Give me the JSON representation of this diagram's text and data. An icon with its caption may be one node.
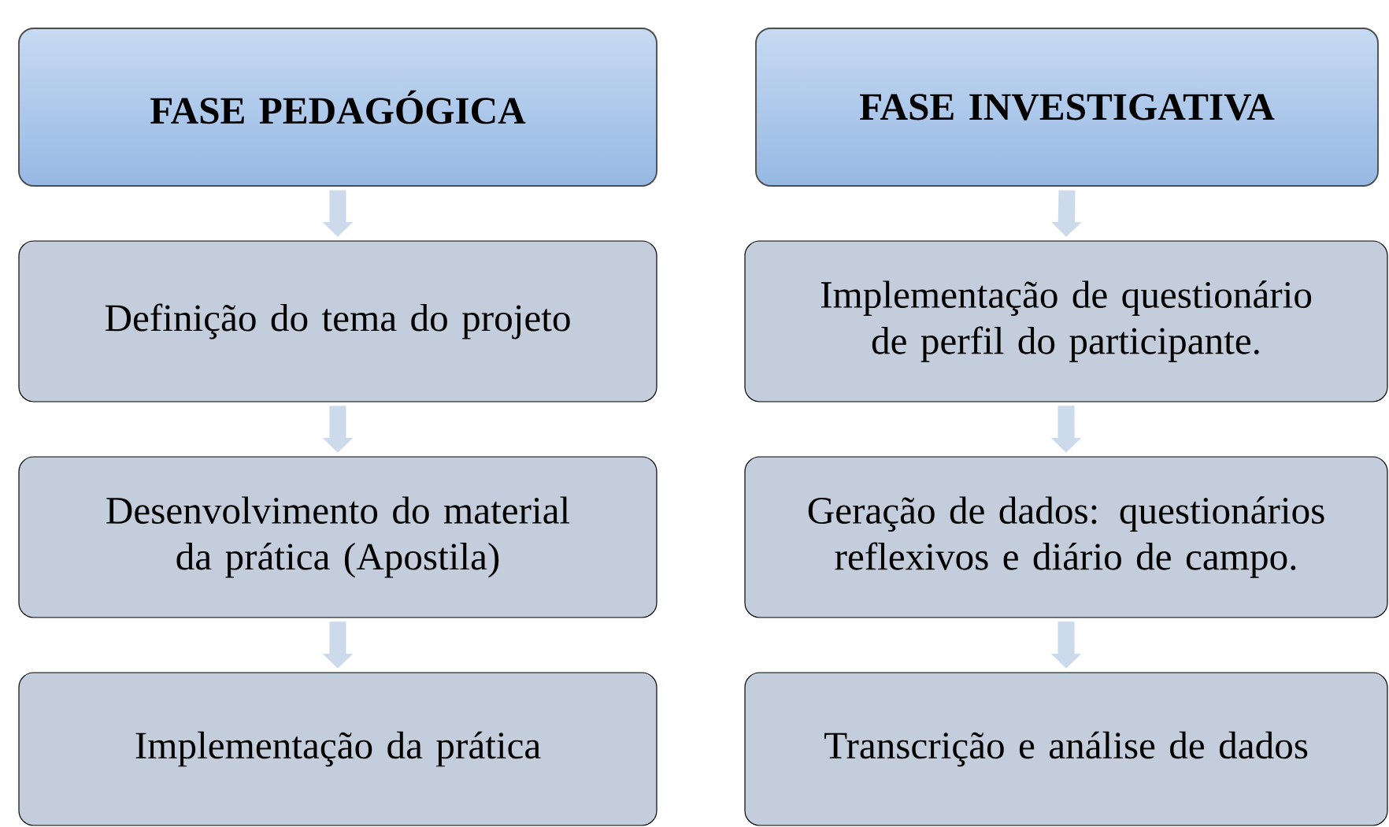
{
  "diagram": {
    "nodes": [
      {
        "text": [
          "FASE PEDAGÓGICA"
        ]
      },
      {
        "text": [
          "Definição do tema do projeto"
        ]
      },
      {
        "text": [
          "Desenvolvimento do material da prática (Apostila)"
        ]
      },
      {
        "text": [
          "Implementação da prática"
        ]
      },
      {
        "text": [
          "FASE INVESTIGATIVA"
        ]
      },
      {
        "text": [
          "Implementação de questionário de perfil do participante."
        ]
      },
      {
        "text": [
          "Geração de dados: questionários reflexivos e diário de campo."
        ]
      },
      {
        "text": [
          "Transcrição e análise de dados"
        ]
      }
    ],
    "edges": [
      {
        "from": 0,
        "to": 1,
        "arrow": "to"
      },
      {
        "from": 1,
        "to": 2,
        "arrow": "to"
      },
      {
        "from": 2,
        "to": 3,
        "arrow": "to"
      },
      {
        "from": 4,
        "to": 5,
        "arrow": "to"
      },
      {
        "from": 5,
        "to": 6,
        "arrow": "to"
      },
      {
        "from": 6,
        "to": 7,
        "arrow": "to"
      }
    ]
  }
}
